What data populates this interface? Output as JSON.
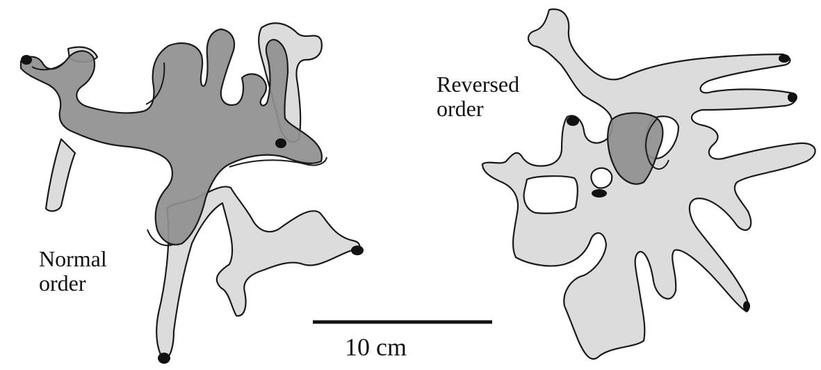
{
  "labels": {
    "normal": "Normal\norder",
    "reversed": "Reversed\norder"
  },
  "scale_bar": {
    "label": "10 cm"
  },
  "colors": {
    "light_fill": "#dcdcdc",
    "dark_fill": "#8f8f8f",
    "outline": "#1a1a1a",
    "tip": "#111111"
  }
}
